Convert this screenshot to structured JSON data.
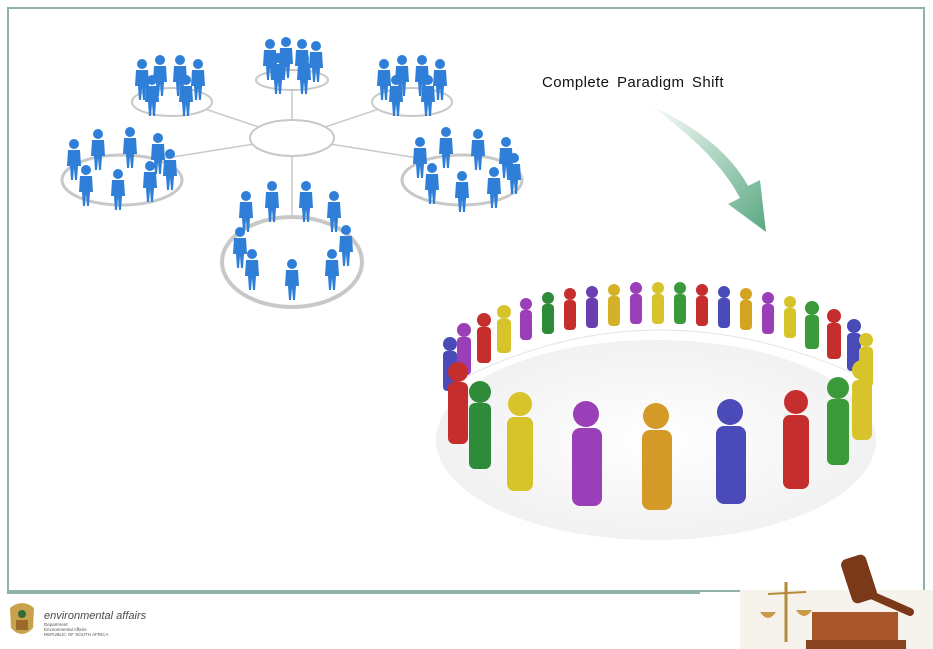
{
  "slide": {
    "caption": "Complete Paradigm Shift",
    "logo": {
      "main": "environmental affairs",
      "line1": "Department:",
      "line2": "Environmental Affairs",
      "line3": "REPUBLIC OF SOUTH AFRICA"
    }
  },
  "colors": {
    "frame": "#8fb3a6",
    "people_blue": "#2f7fd8",
    "arrow": "#6fb592"
  },
  "icons": [
    "networked-groups-illustration",
    "curved-arrow-icon",
    "people-circle-illustration",
    "gavel-scales-illustration",
    "coat-of-arms-icon"
  ]
}
